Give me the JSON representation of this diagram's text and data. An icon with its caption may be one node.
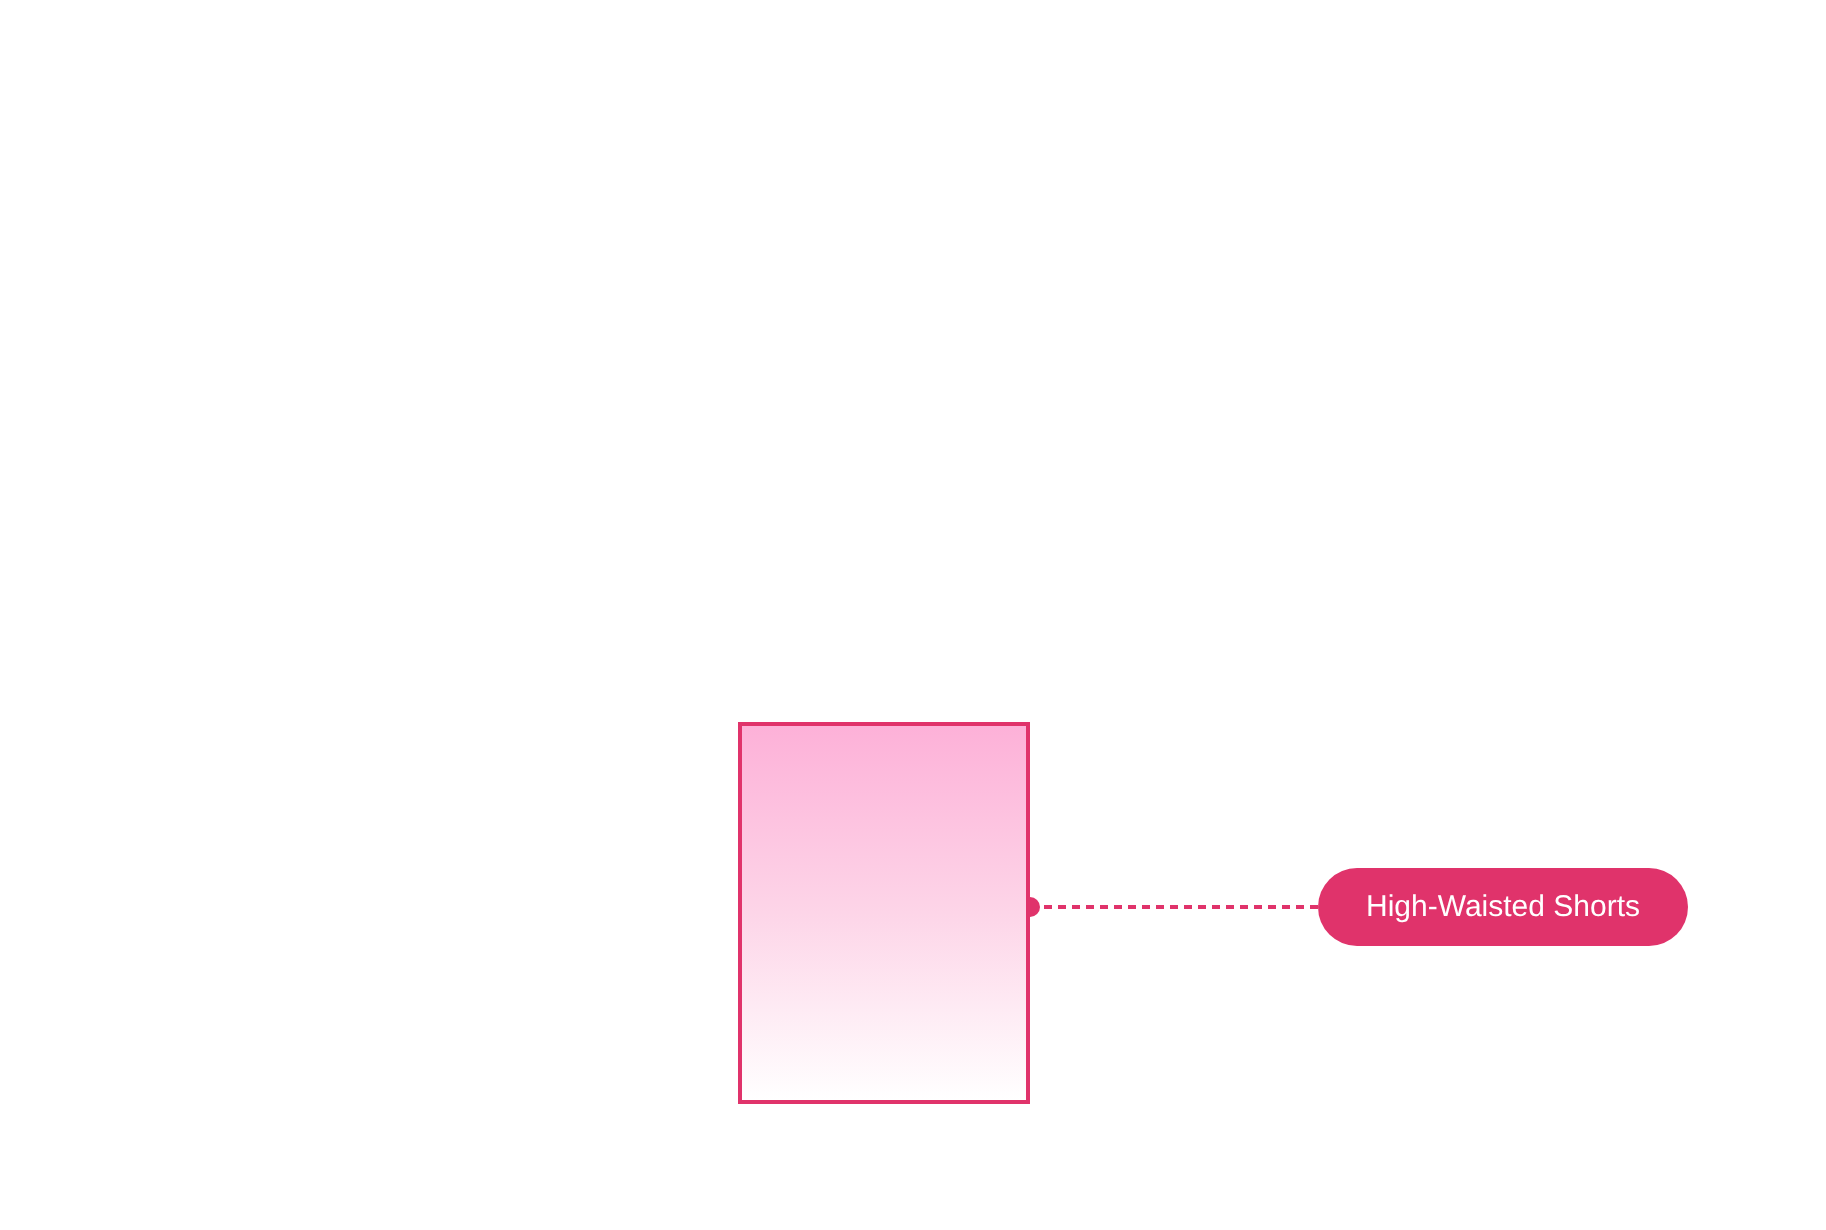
{
  "diagram": {
    "nodes": [
      {
        "text": [],
        "shape": "box"
      },
      {
        "text": [
          "High-Waisted Shorts"
        ]
      }
    ],
    "edges": [
      {
        "from": 1,
        "to": 0,
        "arrow": "other",
        "style": "dashed"
      }
    ]
  }
}
